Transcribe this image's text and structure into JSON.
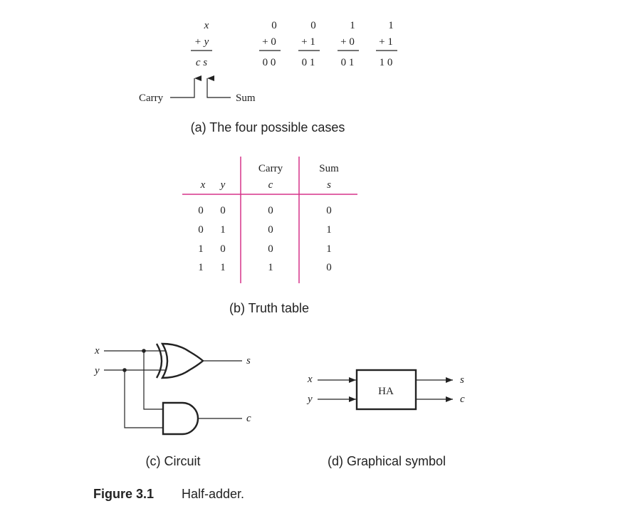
{
  "cases": {
    "operand_x": "x",
    "operand_y": "+ y",
    "result": "c s",
    "columns": [
      {
        "top": "0",
        "bottom": "+ 0",
        "result": "0 0"
      },
      {
        "top": "0",
        "bottom": "+ 1",
        "result": "0 1"
      },
      {
        "top": "1",
        "bottom": "+ 0",
        "result": "0 1"
      },
      {
        "top": "1",
        "bottom": "+ 1",
        "result": "1 0"
      }
    ],
    "carry_label": "Carry",
    "sum_label": "Sum",
    "caption": "(a) The four possible cases"
  },
  "truth_table": {
    "header_carry": "Carry",
    "header_sum": "Sum",
    "col_x": "x",
    "col_y": "y",
    "col_c": "c",
    "col_s": "s",
    "rows": [
      [
        "0",
        "0",
        "0",
        "0"
      ],
      [
        "0",
        "1",
        "0",
        "1"
      ],
      [
        "1",
        "0",
        "0",
        "1"
      ],
      [
        "1",
        "1",
        "1",
        "0"
      ]
    ],
    "caption": "(b) Truth table",
    "line_color": "#d6338a"
  },
  "circuit": {
    "input_x": "x",
    "input_y": "y",
    "output_s": "s",
    "output_c": "c",
    "caption": "(c) Circuit"
  },
  "symbol": {
    "input_x": "x",
    "input_y": "y",
    "block_label": "HA",
    "output_s": "s",
    "output_c": "c",
    "caption": "(d) Graphical symbol"
  },
  "figure": {
    "number": "Figure 3.1",
    "title": "Half-adder."
  }
}
